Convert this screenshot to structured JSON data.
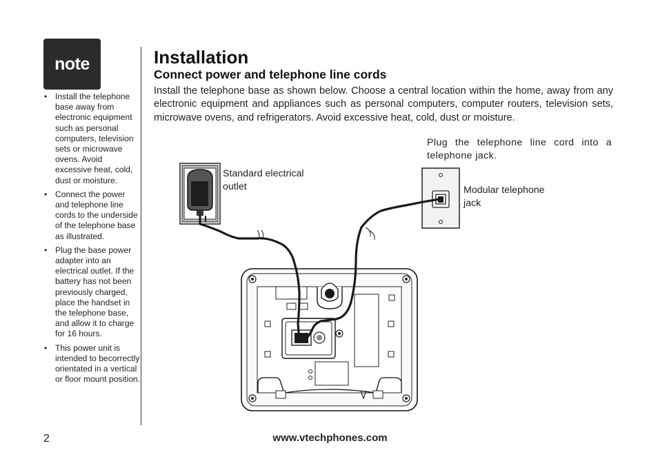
{
  "note": {
    "label": "note"
  },
  "sidebar": {
    "items": [
      "Install the telephone base away from electronic equipment such as personal computers, television sets or microwave ovens. Avoid excessive heat, cold, dust or moisture.",
      "Connect the power and telephone line cords to the underside of the telephone base as illustrated.",
      "Plug the base power adapter into an electrical outlet. If the battery has not been previously charged, place the handset in the telephone base, and allow it to charge for 16 hours.",
      "This power unit is intended to becorrectly orientated in a vertical or floor mount position."
    ]
  },
  "header": {
    "title": "Installation",
    "subtitle": "Connect power and telephone line cords"
  },
  "main": {
    "intro": "Install the telephone base as shown below. Choose a central location within the home, away from any electronic equipment and appliances such as personal computers, computer routers, television sets, microwave ovens, and refrigerators. Avoid excessive heat, cold, dust or moisture."
  },
  "diagram": {
    "plug_caption": "Plug the telephone line cord into a telephone jack.",
    "outlet_caption": "Standard electrical outlet",
    "jack_caption": "Modular telephone jack"
  },
  "footer": {
    "page_number": "2",
    "url": "www.vtechphones.com"
  }
}
